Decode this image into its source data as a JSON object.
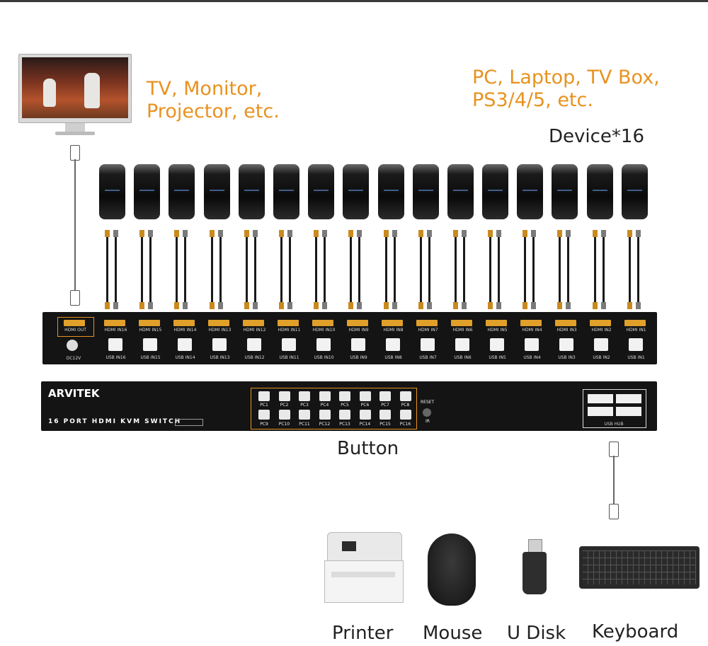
{
  "labels": {
    "display": "TV, Monitor,\nProjector, etc.",
    "sources": "PC, Laptop, TV Box,\nPS3/4/5, etc.",
    "device_count": "Device*16",
    "button": "Button",
    "printer": "Printer",
    "mouse": "Mouse",
    "udisk": "U Disk",
    "keyboard": "Keyboard"
  },
  "back_panel": {
    "hdmi_out": "HDMI OUT",
    "dc": "DC12V",
    "hdmi_in": [
      "HDMI IN16",
      "HDMI IN15",
      "HDMI IN14",
      "HDMI IN13",
      "HDMI IN12",
      "HDMI IN11",
      "HDMI IN10",
      "HDMI IN9",
      "HDMI IN8",
      "HDMI IN7",
      "HDMI IN6",
      "HDMI IN5",
      "HDMI IN4",
      "HDMI IN3",
      "HDMI IN2",
      "HDMI IN1"
    ],
    "usb_in": [
      "USB IN16",
      "USB IN15",
      "USB IN14",
      "USB IN13",
      "USB IN12",
      "USB IN11",
      "USB IN10",
      "USB IN9",
      "USB IN8",
      "USB IN7",
      "USB IN6",
      "USB IN5",
      "USB IN4",
      "USB IN3",
      "USB IN2",
      "USB IN1"
    ]
  },
  "front_panel": {
    "brand": "ARVITEK",
    "model": "16 PORT HDMI KVM SWITCH",
    "reset": "RESET",
    "ir": "IR",
    "usb_hub": "USB HUB",
    "buttons_top": [
      "PC1",
      "PC2",
      "PC3",
      "PC4",
      "PC5",
      "PC6",
      "PC7",
      "PC8"
    ],
    "buttons_bottom": [
      "PC9",
      "PC10",
      "PC11",
      "PC12",
      "PC13",
      "PC14",
      "PC15",
      "PC16"
    ]
  },
  "colors": {
    "accent": "#e8921f",
    "panel": "#141414"
  }
}
